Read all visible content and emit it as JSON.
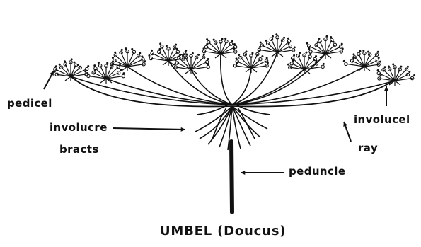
{
  "diagram": {
    "caption": "UMBEL (Doucus)",
    "labels": {
      "pedicel": "pedicel",
      "involucre": "involucre",
      "bracts": "bracts",
      "involucel": "involucel",
      "ray": "ray",
      "peduncle": "peduncle"
    },
    "colors": {
      "ink": "#111111",
      "background": "#ffffff"
    }
  }
}
